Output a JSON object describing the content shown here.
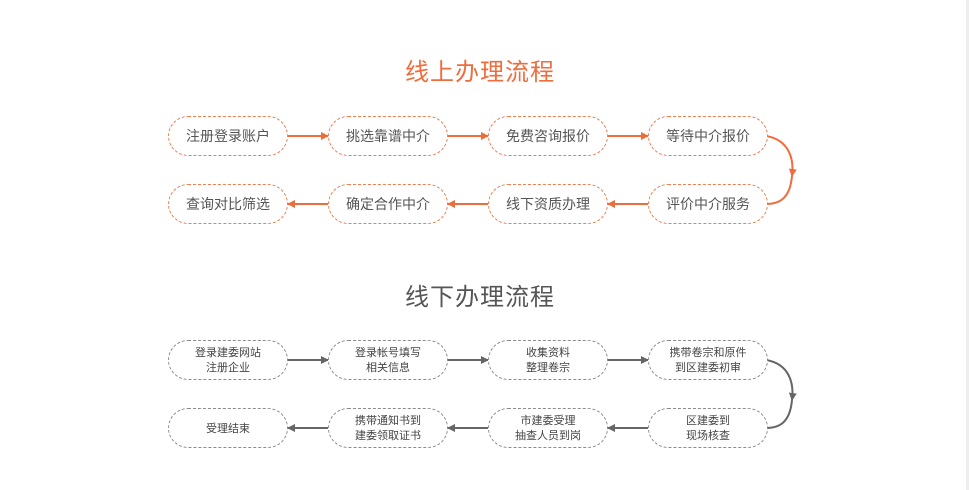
{
  "colors": {
    "online": "#ee6d3d",
    "offline": "#666666"
  },
  "online": {
    "title": "线上办理流程",
    "steps": [
      "注册登录账户",
      "挑选靠谱中介",
      "免费咨询报价",
      "等待中介报价",
      "评价中介服务",
      "线下资质办理",
      "确定合作中介",
      "查询对比筛选"
    ]
  },
  "offline": {
    "title": "线下办理流程",
    "steps": [
      "登录建委网站\n注册企业",
      "登录帐号填写\n相关信息",
      "收集资料\n整理卷宗",
      "携带卷宗和原件\n到区建委初审",
      "区建委到\n现场核查",
      "市建委受理\n抽查人员到岗",
      "携带通知书到\n建委领取证书",
      "受理结束"
    ]
  }
}
